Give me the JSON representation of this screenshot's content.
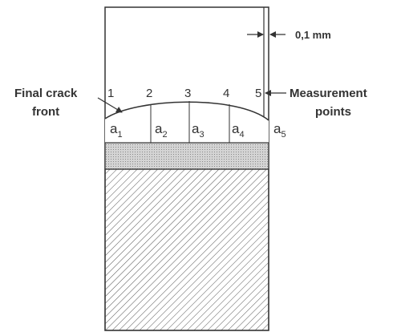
{
  "labels": {
    "thickness": "0,1 mm",
    "final_crack_front_line1": "Final crack",
    "final_crack_front_line2": "front",
    "measurement_line1": "Measurement",
    "measurement_line2": "points"
  },
  "points": [
    "1",
    "2",
    "3",
    "4",
    "5"
  ],
  "depths": [
    {
      "base": "a",
      "sub": "1"
    },
    {
      "base": "a",
      "sub": "2"
    },
    {
      "base": "a",
      "sub": "3"
    },
    {
      "base": "a",
      "sub": "4"
    },
    {
      "base": "a",
      "sub": "5"
    }
  ],
  "colors": {
    "stroke": "#333333",
    "hatch": "#555555",
    "band_fill": "#cfcfcf"
  }
}
